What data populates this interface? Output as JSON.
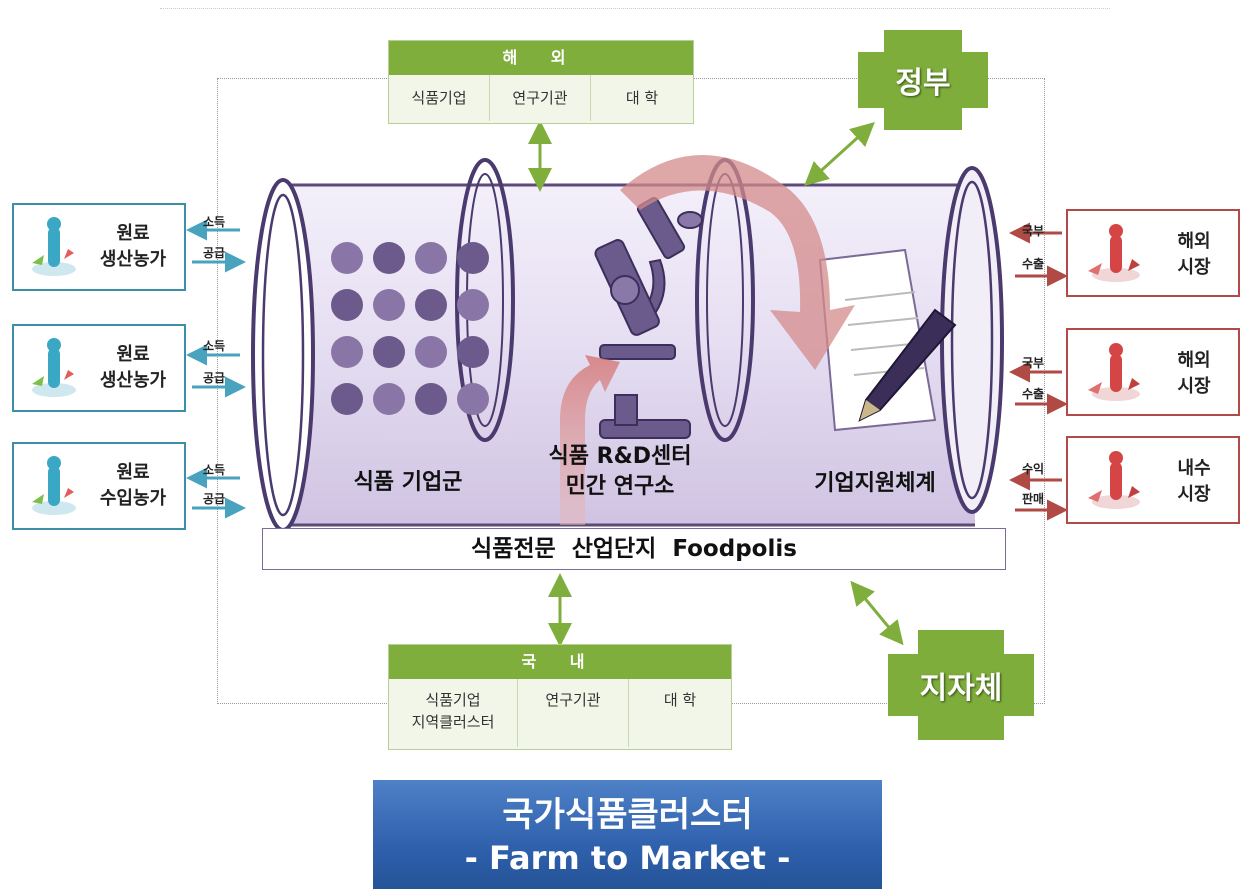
{
  "overseas_table": {
    "title": "해 외",
    "cells": [
      "식품기업",
      "연구기관",
      "대 학"
    ]
  },
  "domestic_table": {
    "title": "국 내",
    "cells": [
      "식품기업\n지역클러스터",
      "연구기관",
      "대 학"
    ]
  },
  "government": "정부",
  "local_gov": "지자체",
  "farmers": [
    {
      "line1": "원료",
      "line2": "생산농가",
      "flow_in": "소득",
      "flow_out": "공급"
    },
    {
      "line1": "원료",
      "line2": "생산농가",
      "flow_in": "소득",
      "flow_out": "공급"
    },
    {
      "line1": "원료",
      "line2": "수입농가",
      "flow_in": "소득",
      "flow_out": "공급"
    }
  ],
  "markets": [
    {
      "line1": "해외",
      "line2": "시장",
      "flow_in": "국부",
      "flow_out": "수출"
    },
    {
      "line1": "해외",
      "line2": "시장",
      "flow_in": "국부",
      "flow_out": "수출"
    },
    {
      "line1": "내수",
      "line2": "시장",
      "flow_in": "수익",
      "flow_out": "판매"
    }
  ],
  "cylinder": {
    "section1": "식품 기업군",
    "section2_line1": "식품 R&D센터",
    "section2_line2": "민간 연구소",
    "section3": "기업지원체계"
  },
  "base_bar": "식품전문  산업단지  Foodpolis",
  "footer": {
    "title": "국가식품클러스터",
    "subtitle": "- Farm to Market -"
  },
  "colors": {
    "green": "#7fae3c",
    "teal_border": "#3d8fa8",
    "red_border": "#b34a4a",
    "cylinder_fill": "#e4ddf0",
    "footer_blue": "#2f61ad"
  }
}
